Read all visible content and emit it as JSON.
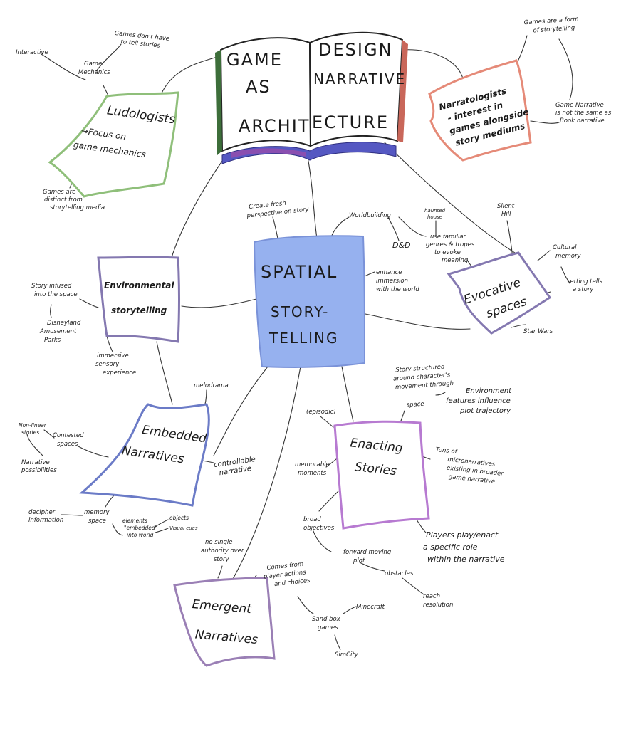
{
  "book": {
    "left_lines": [
      "GAME",
      "AS",
      "ARCHIT"
    ],
    "right_lines": [
      "DESIGN",
      "NARRATIVE",
      "ECTURE"
    ]
  },
  "nodes": {
    "ludologists": {
      "lines": [
        "Ludologists",
        "→Focus on",
        "game mechanics"
      ],
      "color": "#8fbf7a"
    },
    "narratologists": {
      "lines": [
        "Narratologists",
        "- interest in",
        "games alongside",
        "story mediums"
      ],
      "color": "#e58a78"
    },
    "spatial": {
      "lines": [
        "SPATIAL",
        "STORY-",
        "TELLING"
      ],
      "color": "#96b1ef"
    },
    "environmental": {
      "lines": [
        "Environmental",
        "storytelling"
      ],
      "color": "#8478b0"
    },
    "evocative": {
      "lines": [
        "Evocative",
        "spaces"
      ],
      "color": "#8478b0"
    },
    "embedded": {
      "lines": [
        "Embedded",
        "Narratives"
      ],
      "color": "#6b7bc7"
    },
    "enacting": {
      "lines": [
        "Enacting",
        "Stories"
      ],
      "color": "#b77ad1"
    },
    "emergent": {
      "lines": [
        "Emergent",
        "Narratives"
      ],
      "color": "#9a7fb5"
    }
  },
  "notes": {
    "interactive": [
      "Interactive"
    ],
    "game_mechanics": [
      "Game",
      "Mechanics"
    ],
    "games_dont_tell": [
      "Games don't have",
      "to tell stories"
    ],
    "games_distinct": [
      "Games are",
      "distinct from",
      "storytelling media"
    ],
    "games_are_form": [
      "Games are a form",
      "of storytelling"
    ],
    "game_narrative_not_book": [
      "Game Narrative",
      "is not the same as",
      "Book narrative"
    ],
    "create_fresh": [
      "Create fresh",
      "perspective on story"
    ],
    "worldbuilding": [
      "Worldbuilding"
    ],
    "dnd": [
      "D&D"
    ],
    "haunted_house": [
      "haunted",
      "house"
    ],
    "familiar_tropes": [
      "use familiar",
      "genres & tropes",
      "to evoke",
      "meaning"
    ],
    "silent_hill": [
      "Silent",
      "Hill"
    ],
    "cultural_memory": [
      "Cultural",
      "memory"
    ],
    "setting_tells": [
      "setting tells",
      "a story"
    ],
    "enhance_immersion": [
      "enhance",
      "immersion",
      "with the world"
    ],
    "star_wars": [
      "Star Wars"
    ],
    "story_infused": [
      "Story infused",
      "into the space"
    ],
    "disneyland": [
      "Disneyland",
      "Amusement",
      "Parks"
    ],
    "immersive_sensory": [
      "immersive",
      "sensory",
      "experience"
    ],
    "melodrama": [
      "melodrama"
    ],
    "nonlinear": [
      "Non-linear",
      "stories"
    ],
    "contested_spaces": [
      "Contested",
      "spaces"
    ],
    "narrative_possibilities": [
      "Narrative",
      "possibilities"
    ],
    "controllable": [
      "controllable",
      "narrative"
    ],
    "decipher": [
      "decipher",
      "information"
    ],
    "memory_space": [
      "memory",
      "space"
    ],
    "elements_embedded": [
      "elements",
      "\"embedded\"",
      "into world"
    ],
    "objects": [
      "objects"
    ],
    "visual_cues": [
      "Visual cues"
    ],
    "story_structured": [
      "Story structured",
      "around character's",
      "movement through",
      "space"
    ],
    "environment_features": [
      "Environment",
      "features influence",
      "plot trajectory"
    ],
    "episodic": [
      "(episodic)"
    ],
    "memorable_moments": [
      "memorable",
      "moments"
    ],
    "micronarratives": [
      "Tons of",
      "micronarratives",
      "existing in broader",
      "game narrative"
    ],
    "broad_objectives": [
      "broad",
      "objectives"
    ],
    "forward_plot": [
      "forward moving",
      "plot"
    ],
    "obstacles": [
      "obstacles"
    ],
    "resolution": [
      "reach",
      "resolution"
    ],
    "players_play": [
      "Players play/enact",
      "a specific role",
      "within the narrative"
    ],
    "no_single_authority": [
      "no single",
      "authority over",
      "story"
    ],
    "comes_from_players": [
      "Comes from",
      "player actions",
      "and choices"
    ],
    "sandbox_games": [
      "Sand box",
      "games"
    ],
    "minecraft": [
      "Minecraft"
    ],
    "simcity": [
      "SimCity"
    ]
  }
}
